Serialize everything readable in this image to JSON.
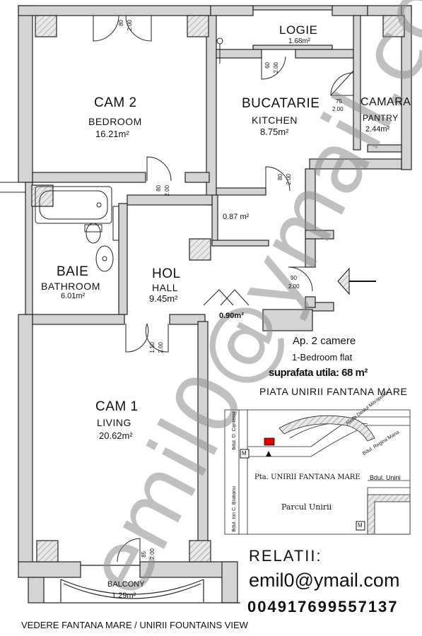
{
  "rooms": {
    "cam2": {
      "name": "CAM 2",
      "name_en": "BEDROOM",
      "area": "16.21m²"
    },
    "bucatarie": {
      "name": "BUCATARIE",
      "name_en": "KITCHEN",
      "area": "8.75m²"
    },
    "camara": {
      "name": "CAMARA",
      "name_en": "PANTRY",
      "area": "2.44m²"
    },
    "logie": {
      "name": "LOGIE",
      "area": "1.68m²"
    },
    "storage": {
      "area": "0.87 m²"
    },
    "baie": {
      "name": "BAIE",
      "name_en": "BATHROOM",
      "area": "6.01m²"
    },
    "hol": {
      "name": "HOL",
      "name_en": "HALL",
      "area": "9.45m²"
    },
    "closet": {
      "area": "0.90m²"
    },
    "cam1": {
      "name": "CAM 1",
      "name_en": "LIVING",
      "area": "20.62m²"
    },
    "balcony": {
      "name": "BALCONY",
      "area": "1.29m²"
    }
  },
  "doors": {
    "cam2_top": {
      "w": "80",
      "h": "2.00"
    },
    "logie": {
      "w": "60",
      "h": "2.00"
    },
    "camara": {
      "w": "75",
      "h": "2.00"
    },
    "bedroom": {
      "w": "80",
      "h": "2.00"
    },
    "kitchen": {
      "w": "80",
      "h": "2.00"
    },
    "entrance": {
      "w": "90",
      "h": "2.00"
    },
    "living": {
      "w": "1.50",
      "h": "2.00"
    },
    "balcony": {
      "w": "85",
      "h": "2.00"
    }
  },
  "info": {
    "title": "Ap. 2 camere",
    "subtitle": "1-Bedroom flat",
    "surface": "suprafata utila: 68 m²",
    "location": "PIATA UNIRII FANTANA MARE"
  },
  "map": {
    "bdul_cantemir": "bdul. D. Cantemir",
    "aleea": "Aleea Dealul Mitropoliei",
    "regina": "Bdul. Regina Maria",
    "unirii": "Bdul. Unirii",
    "bratianu": "Bdul. Ion C. Bratianu",
    "piata": "Pta. UNIRII FANTANA MARE",
    "parc": "Parcul Unirii",
    "metro": "M"
  },
  "contact": {
    "heading": "RELATII:",
    "email": "emil0@ymail.com",
    "phone": "004917699557137"
  },
  "footer": {
    "view": "VEDERE FANTANA MARE / UNIRII FOUNTAINS VIEW"
  },
  "watermark": "emil0@ymail.com",
  "colors": {
    "wall": "#d0d0d0",
    "ink": "#111111",
    "highlight": "#e00000"
  }
}
